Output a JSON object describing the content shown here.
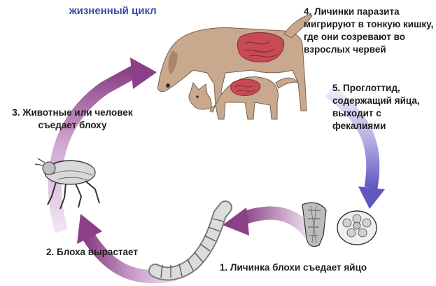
{
  "title": "жизненный цикл",
  "steps": {
    "step4": "4. Личинки паразита мигрируют в тонкую кишку, где они созревают во взрослых червей",
    "step5": "5. Проглоттид, содержащий яйца, выходит с фекалиями",
    "step3": "3. Животные или человек съедает блоху",
    "step2": "2. Блоха вырастает",
    "step1": "1. Личинка блохи съедает яйцо"
  },
  "icons": {
    "dog": "dog-illustration",
    "cat": "cat-illustration",
    "flea": "flea-illustration",
    "larva": "flea-larva-illustration",
    "proglottid": "proglottid-illustration",
    "egg": "egg-packet-illustration"
  },
  "colors": {
    "title": "#3a4ba0",
    "arrow_purple": "#8a3f86",
    "arrow_light": "#e6d3ea",
    "arrow_blue": "#6a64c4",
    "animal_body": "#c9a98e",
    "intestine": "#c64b55"
  }
}
